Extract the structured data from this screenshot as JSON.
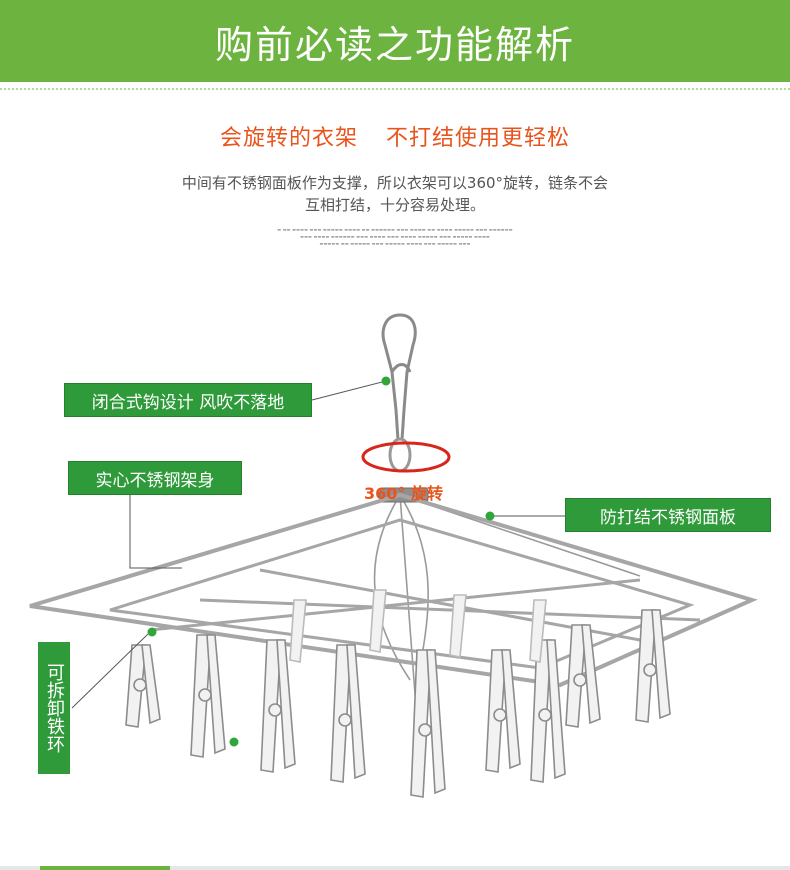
{
  "header": {
    "title": "购前必读之功能解析"
  },
  "subtitle": {
    "part1": "会旋转的衣架",
    "part2": "不打结使用更轻松"
  },
  "description": {
    "line1": "中间有不锈钢面板作为支撑，所以衣架可以360°旋转，链条不会",
    "line2": "互相打结，十分容易处理。"
  },
  "callouts": {
    "closed_hook": "闭合式钩设计 风吹不落地",
    "solid_frame": "实心不锈钢架身",
    "rotation": "360° 旋转",
    "anti_tangle": "防打结不锈钢面板",
    "detachable_ring": "可拆卸铁环"
  },
  "colors": {
    "header_green": "#6db33f",
    "label_green": "#2f9a3a",
    "accent_orange": "#e8541c",
    "marker_green": "#2fa53a",
    "ring_red": "#d9261c"
  },
  "icons": {
    "hanger": "clothes-hanger-illustration",
    "marker": "green-dot-marker",
    "rotation_ring": "red-ellipse-ring"
  }
}
